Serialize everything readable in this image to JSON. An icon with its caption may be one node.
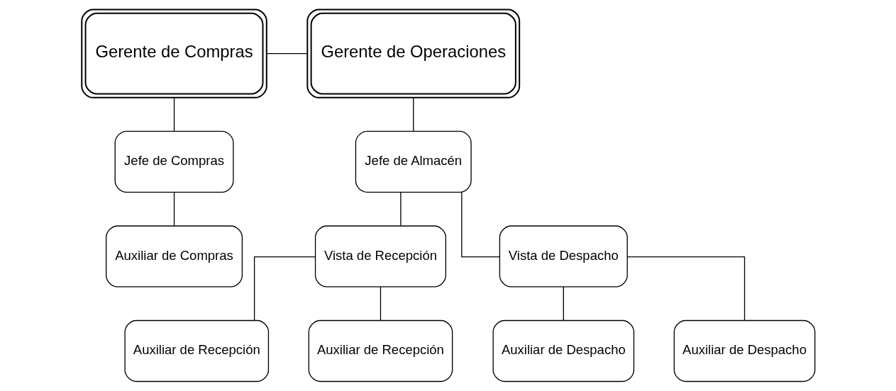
{
  "diagram": {
    "nodes": [
      {
        "text": [
          "Gerente de Compras"
        ]
      },
      {
        "text": [
          "Gerente de Operaciones"
        ]
      },
      {
        "text": [
          "Jefe de Compras"
        ]
      },
      {
        "text": [
          "Auxiliar de Compras"
        ]
      },
      {
        "text": [
          "Jefe de Almacén"
        ]
      },
      {
        "text": [
          "Vista de Recepción"
        ]
      },
      {
        "text": [
          "Vista de Despacho"
        ]
      },
      {
        "text": [
          "Auxiliar de Recepción"
        ]
      },
      {
        "text": [
          "Auxiliar de Recepción"
        ]
      },
      {
        "text": [
          "Auxiliar de Despacho"
        ]
      },
      {
        "text": [
          "Auxiliar de Despacho"
        ]
      }
    ],
    "edges": [
      {
        "from": 0,
        "to": 1,
        "arrow": "none"
      },
      {
        "from": 0,
        "to": 2,
        "arrow": "none"
      },
      {
        "from": 2,
        "to": 3,
        "arrow": "none"
      },
      {
        "from": 1,
        "to": 4,
        "arrow": "none"
      },
      {
        "from": 4,
        "to": 5,
        "arrow": "none"
      },
      {
        "from": 4,
        "to": 6,
        "arrow": "none"
      },
      {
        "from": 5,
        "to": 7,
        "arrow": "none"
      },
      {
        "from": 5,
        "to": 8,
        "arrow": "none"
      },
      {
        "from": 6,
        "to": 9,
        "arrow": "none"
      },
      {
        "from": 6,
        "to": 10,
        "arrow": "none"
      }
    ]
  }
}
